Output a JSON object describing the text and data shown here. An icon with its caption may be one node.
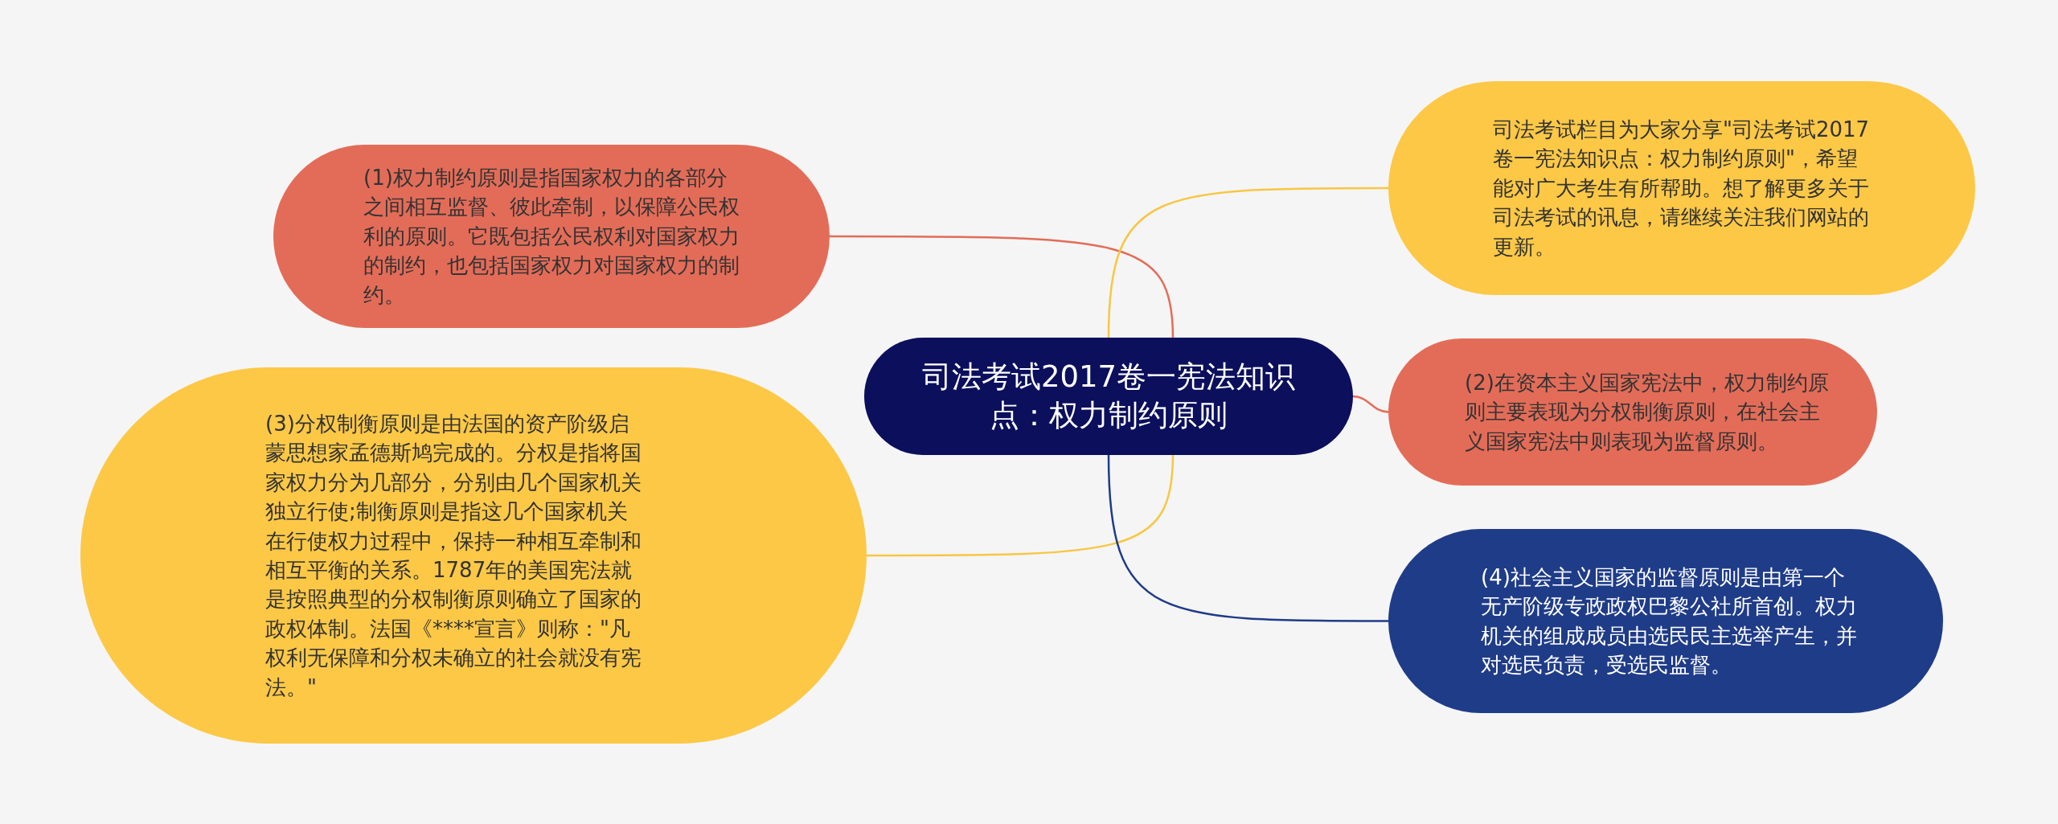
{
  "diagram": {
    "nodes": [
      {
        "text": [
          "司法考试2017卷一宪法知识点：权力制约原则"
        ]
      },
      {
        "text": [
          "(1)权力制约原则是指国家权力的各部分之间相互监督、彼此牵制，以保障公民权利的原则。它既包括公民权利对国家权力的制约，也包括国家权力对国家权力的制约。"
        ]
      },
      {
        "text": [
          "(3)分权制衡原则是由法国的资产阶级启蒙思想家孟德斯鸠完成的。分权是指将国家权力分为几部分，分别由几个国家机关独立行使;制衡原则是指这几个国家机关在行使权力过程中，保持一种相互牵制和相互平衡的关系。1787年的美国宪法就是按照典型的分权制衡原则确立了国家的政权体制。法国《****宣言》则称：\"凡权利无保障和分权未确立的社会就没有宪法。\""
        ]
      },
      {
        "text": [
          "司法考试栏目为大家分享\"司法考试2017卷一宪法知识点：权力制约原则\"，希望能对广大考生有所帮助。想了解更多关于司法考试的讯息，请继续关注我们网站的更新。"
        ]
      },
      {
        "text": [
          "(2)在资本主义国家宪法中，权力制约原则主要表现为分权制衡原则，在社会主义国家宪法中则表现为监督原则。"
        ]
      },
      {
        "text": [
          "(4)社会主义国家的监督原则是由第一个无产阶级专政政权巴黎公社所首创。权力机关的组成成员由选民民主选举产生，并对选民负责，受选民监督。"
        ]
      }
    ],
    "edges": [
      {
        "from": 0,
        "to": 1,
        "arrow": "none",
        "color": "#e36c58"
      },
      {
        "from": 0,
        "to": 2,
        "arrow": "none",
        "color": "#f7c744"
      },
      {
        "from": 0,
        "to": 3,
        "arrow": "none",
        "color": "#f7c744"
      },
      {
        "from": 0,
        "to": 4,
        "arrow": "none",
        "color": "#e36c58"
      },
      {
        "from": 0,
        "to": 5,
        "arrow": "none",
        "color": "#1f3c88"
      }
    ]
  }
}
